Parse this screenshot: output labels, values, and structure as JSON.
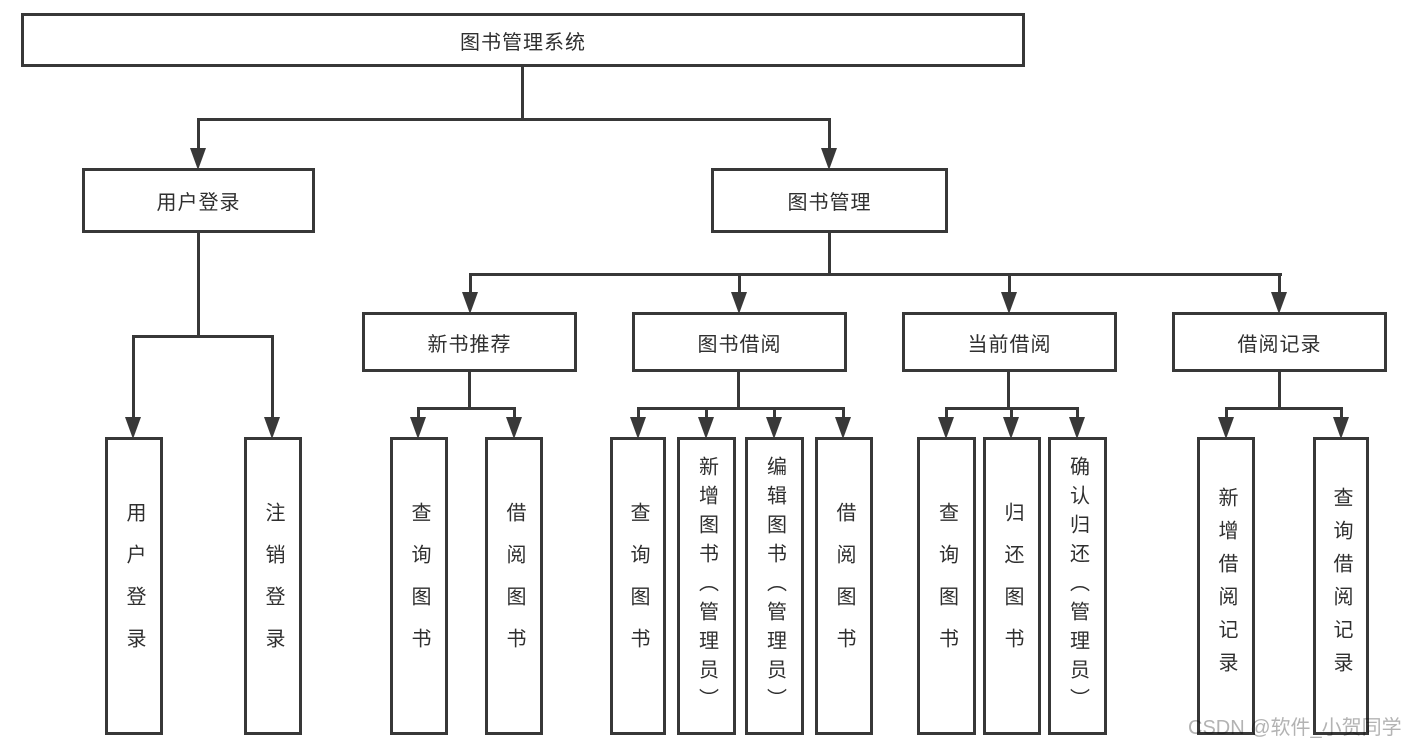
{
  "diagram": {
    "root": {
      "label": "图书管理系统"
    },
    "user_login": {
      "label": "用户登录",
      "children": [
        {
          "label": "用户登录"
        },
        {
          "label": "注销登录"
        }
      ]
    },
    "book_management": {
      "label": "图书管理",
      "sections": [
        {
          "label": "新书推荐",
          "children": [
            {
              "label": "查询图书"
            },
            {
              "label": "借阅图书"
            }
          ]
        },
        {
          "label": "图书借阅",
          "children": [
            {
              "label": "查询图书"
            },
            {
              "label": "新增图书（管理员）"
            },
            {
              "label": "编辑图书（管理员）"
            },
            {
              "label": "借阅图书"
            }
          ]
        },
        {
          "label": "当前借阅",
          "children": [
            {
              "label": "查询图书"
            },
            {
              "label": "归还图书"
            },
            {
              "label": "确认归还（管理员）"
            }
          ]
        },
        {
          "label": "借阅记录",
          "children": [
            {
              "label": "新增借阅记录"
            },
            {
              "label": "查询借阅记录"
            }
          ]
        }
      ]
    }
  },
  "watermark": {
    "text": "CSDN @软件_小贺同学"
  },
  "colors": {
    "line": "#383838",
    "text": "#2f2f2f",
    "watermark": "#b3b3b3",
    "background": "#ffffff"
  }
}
